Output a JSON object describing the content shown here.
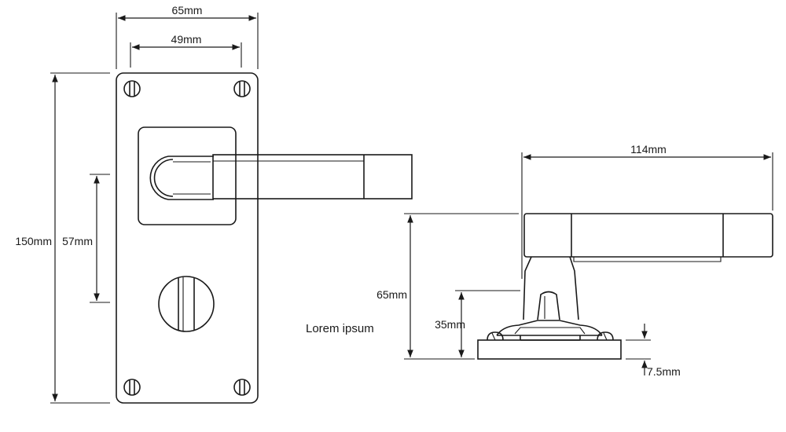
{
  "front_view": {
    "width_outer": "65mm",
    "width_inner": "49mm",
    "height_total": "150mm",
    "height_centres": "57mm"
  },
  "side_view": {
    "length": "114mm",
    "height_total": "65mm",
    "height_rose": "35mm",
    "plate_thickness": "7.5mm"
  },
  "caption": "Lorem ipsum"
}
